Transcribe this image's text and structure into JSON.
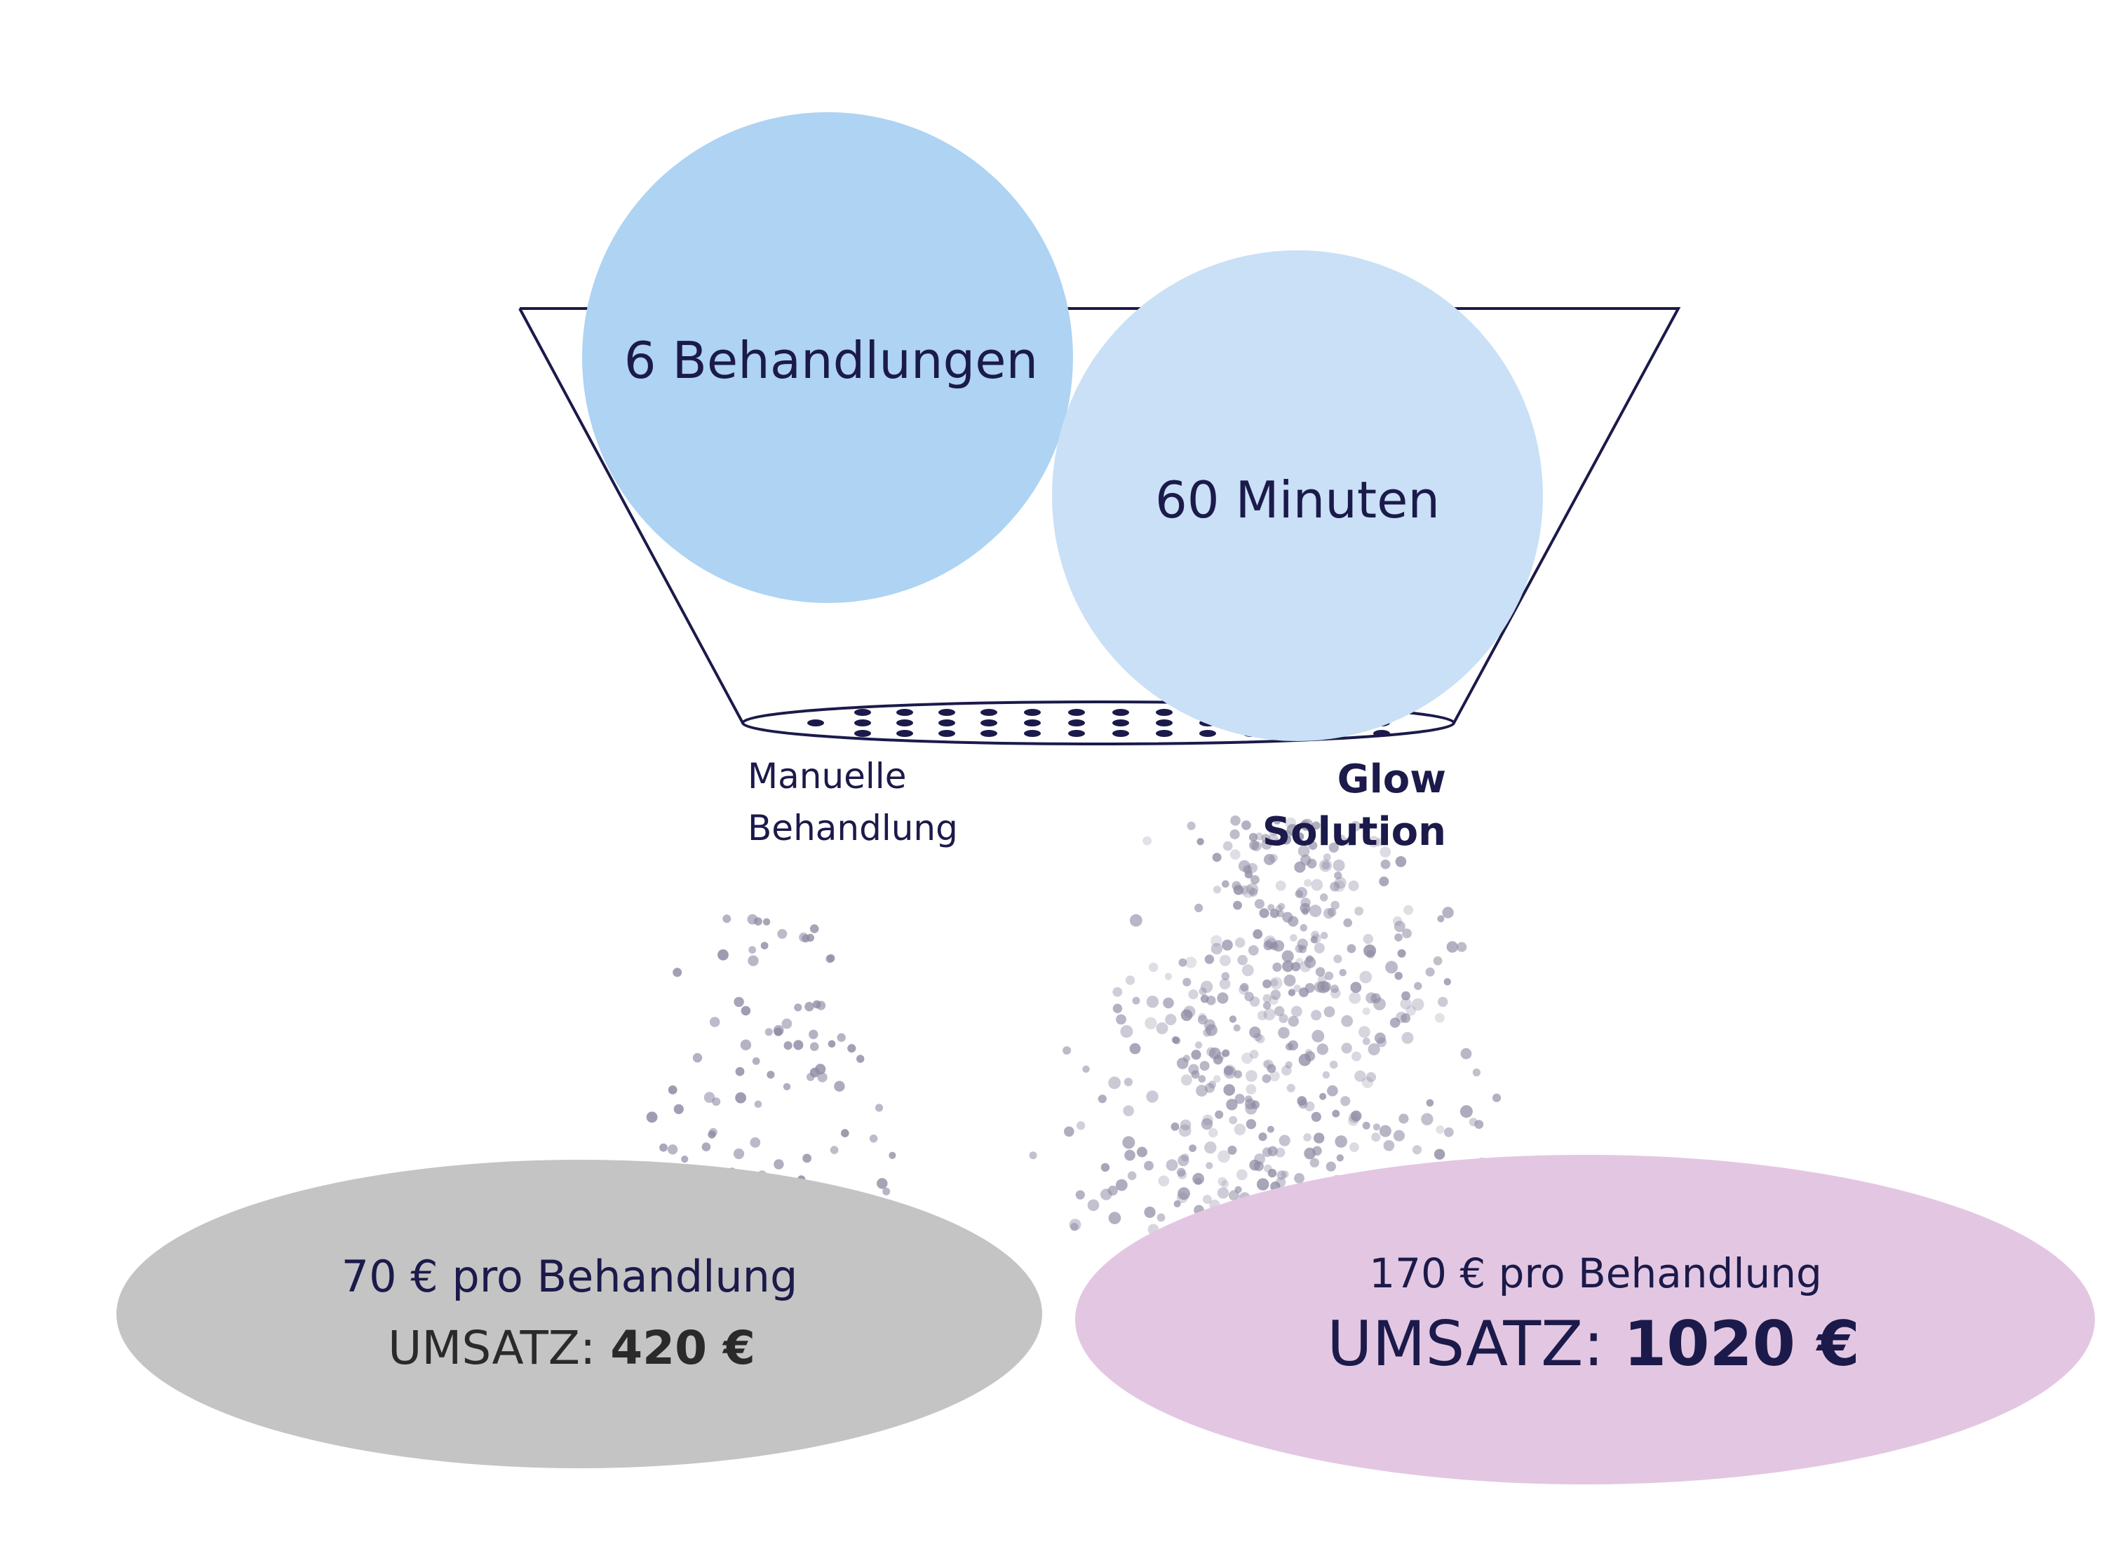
{
  "colors": {
    "navy": "#1b1a4a",
    "circle_left": "#aed3f3",
    "circle_right": "#c9e0f6",
    "ellipse_left": "#c4c4c4",
    "ellipse_right": "#e3c7e2",
    "particle": "#8d8aa3",
    "text_dark": "#2a2a2a"
  },
  "icons": {
    "funnel": "funnel-outline",
    "particles": "falling-dots"
  },
  "inputs": {
    "left": {
      "text": "6 Behandlungen"
    },
    "right": {
      "text": "60 Minuten"
    }
  },
  "funnel": {
    "label_left_line1": "Manuelle",
    "label_left_line2": "Behandlung",
    "label_right_line1": "Glow",
    "label_right_line2": "Solution"
  },
  "results": {
    "left": {
      "price": "70 € pro Behandlung",
      "umsatz_label": "UMSATZ: ",
      "umsatz_value": "420 €"
    },
    "right": {
      "price": "170 € pro Behandlung",
      "umsatz_label": "UMSATZ: ",
      "umsatz_value": "1020 €"
    }
  }
}
